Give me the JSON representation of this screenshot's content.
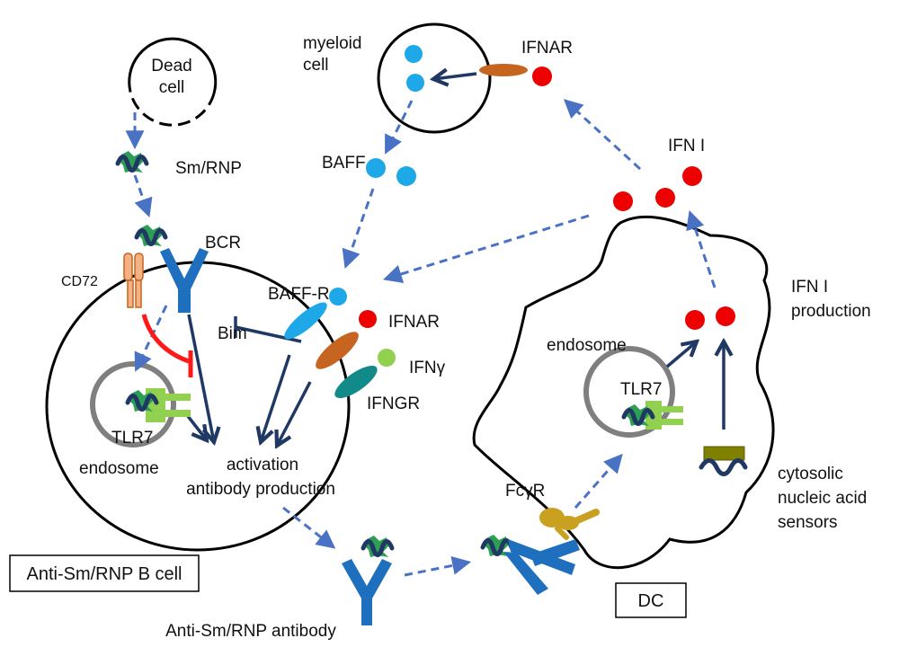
{
  "labels": {
    "dead_cell_line1": "Dead",
    "dead_cell_line2": "cell",
    "sm_rnp": "Sm/RNP",
    "bcr": "BCR",
    "cd72": "CD72",
    "myeloid_line1": "myeloid",
    "myeloid_line2": "cell",
    "ifnar_top": "IFNAR",
    "baff": "BAFF",
    "ifn_i": "IFN I",
    "baff_r": "BAFF-R",
    "bim": "Bim",
    "ifnar_b": "IFNAR",
    "ifn_gamma": "IFNγ",
    "ifngr": "IFNGR",
    "tlr7_b": "TLR7",
    "endosome_b": "endosome",
    "activation": "activation",
    "antibody_production": "antibody production",
    "anti_b_cell": "Anti-Sm/RNP B cell",
    "anti_antibody": "Anti-Sm/RNP antibody",
    "fcgr": "FcγR",
    "dc": "DC",
    "endosome_dc": "endosome",
    "tlr7_dc": "TLR7",
    "ifn_prod_line1": "IFN I",
    "ifn_prod_line2": "production",
    "cyto_line1": "cytosolic",
    "cyto_line2": "nucleic acid",
    "cyto_line3": "sensors"
  },
  "colors": {
    "dashed_arrow": "#4a72c4",
    "solid_arrow": "#1f3864",
    "bcr_blue": "#1f6fbf",
    "ifn_red": "#ee0000",
    "baff_cyan": "#1ea8e8",
    "ifnar_orange": "#c5651f",
    "ifngr_teal": "#138a8a",
    "ifng_green": "#92d050",
    "tlr7_green": "#92d050",
    "inhibition_red": "#ff1a1a",
    "cd72_orange": "#f4b183",
    "fcgr_gold": "#c9a020",
    "sensor_olive": "#808000",
    "endosome_gray": "#7f7f7f"
  }
}
